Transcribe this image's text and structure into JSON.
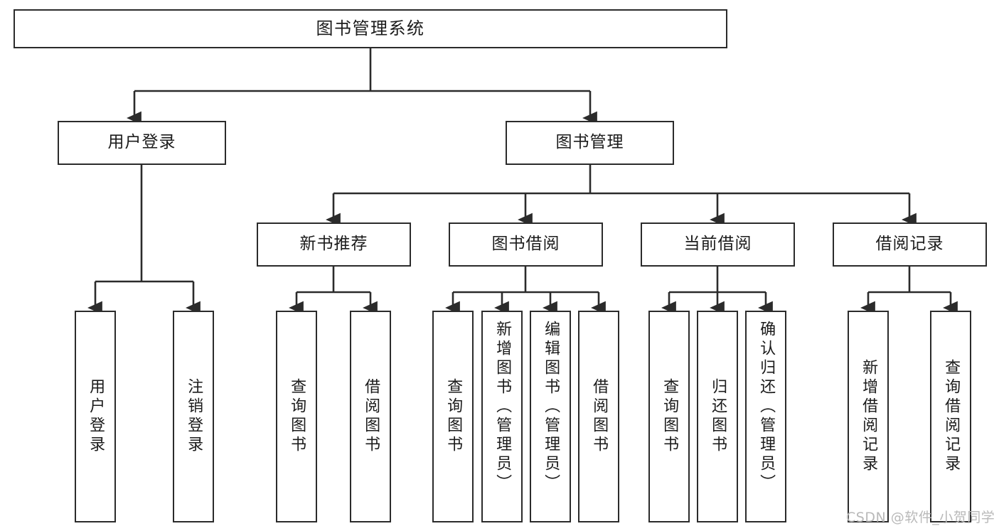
{
  "diagram": {
    "title": "图书管理系统",
    "type": "functional-structure-tree",
    "watermark": "CSDN @软件_小贺同学",
    "colors": {
      "background": "#ffffff",
      "box_border": "#2b2b2b",
      "box_fill": "#ffffff",
      "text": "#1b1b1b",
      "edge": "#2b2b2b",
      "watermark": "#b9b9b9"
    },
    "nodes": {
      "root": {
        "label": "图书管理系统"
      },
      "level2": [
        {
          "id": "user-login",
          "label": "用户登录"
        },
        {
          "id": "book-manage",
          "label": "图书管理"
        }
      ],
      "level3": [
        {
          "id": "new-book-recommend",
          "label": "新书推荐"
        },
        {
          "id": "book-borrow",
          "label": "图书借阅"
        },
        {
          "id": "current-borrow",
          "label": "当前借阅"
        },
        {
          "id": "borrow-record",
          "label": "借阅记录"
        }
      ],
      "leaves": {
        "user_login": [
          {
            "id": "leaf-user-login",
            "label": "用户登录"
          },
          {
            "id": "leaf-logout",
            "label": "注销登录"
          }
        ],
        "new_book_recommend": [
          {
            "id": "leaf-query-book-1",
            "label": "查询图书"
          },
          {
            "id": "leaf-borrow-book-1",
            "label": "借阅图书"
          }
        ],
        "book_borrow": [
          {
            "id": "leaf-query-book-2",
            "label": "查询图书"
          },
          {
            "id": "leaf-add-book",
            "label": "新增图书（管理员）"
          },
          {
            "id": "leaf-edit-book",
            "label": "编辑图书（管理员）"
          },
          {
            "id": "leaf-borrow-book-2",
            "label": "借阅图书"
          }
        ],
        "current_borrow": [
          {
            "id": "leaf-query-book-3",
            "label": "查询图书"
          },
          {
            "id": "leaf-return-book",
            "label": "归还图书"
          },
          {
            "id": "leaf-confirm-return",
            "label": "确认归还（管理员）"
          }
        ],
        "borrow_record": [
          {
            "id": "leaf-add-record",
            "label": "新增借阅记录"
          },
          {
            "id": "leaf-query-record",
            "label": "查询借阅记录"
          }
        ]
      }
    }
  }
}
